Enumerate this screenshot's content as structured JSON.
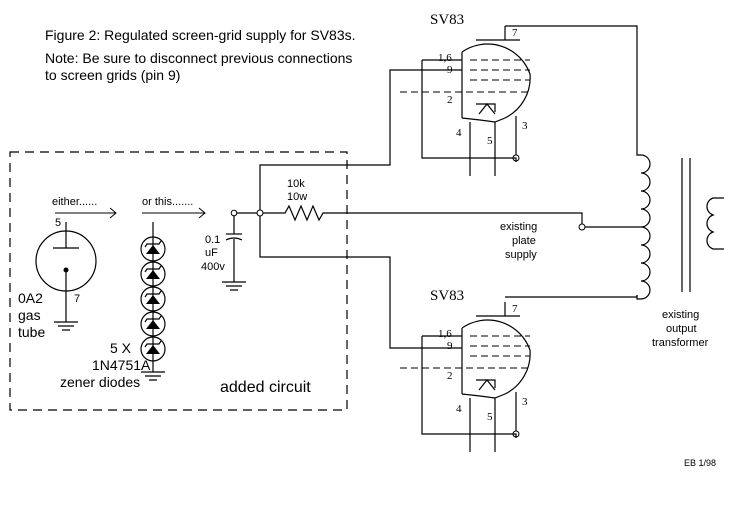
{
  "header": {
    "title": "Figure 2: Regulated screen-grid supply for SV83s.",
    "note_line1": "Note: Be sure to disconnect previous connections",
    "note_line2": "to screen grids (pin 9)"
  },
  "tubes": {
    "top": {
      "name": "SV83",
      "pin_plate": "7",
      "pin_screen": "1,6",
      "pin_9": "9",
      "pin_cathode": "2",
      "pin_heater_a": "4",
      "pin_heater_b": "5",
      "pin_heater_c": "3"
    },
    "bottom": {
      "name": "SV83",
      "pin_plate": "7",
      "pin_screen": "1,6",
      "pin_9": "9",
      "pin_cathode": "2",
      "pin_heater_a": "4",
      "pin_heater_b": "5",
      "pin_heater_c": "3"
    }
  },
  "added_circuit": {
    "label": "added circuit",
    "either_label": "either......",
    "or_label": "or this.......",
    "gas_tube": {
      "pin_top": "5",
      "pin_bottom": "7",
      "line1": "0A2",
      "line2": "gas",
      "line3": "tube"
    },
    "zener": {
      "line1": "5 X",
      "line2": "1N4751A",
      "line3": "zener diodes"
    },
    "capacitor": {
      "line1": "0.1",
      "line2": "uF",
      "line3": "400v"
    }
  },
  "resistor": {
    "line1": "10k",
    "line2": "10w"
  },
  "plate_supply": {
    "line1": "existing",
    "line2": "plate",
    "line3": "supply"
  },
  "transformer": {
    "line1": "existing",
    "line2": "output",
    "line3": "transformer"
  },
  "credit": "EB 1/98"
}
